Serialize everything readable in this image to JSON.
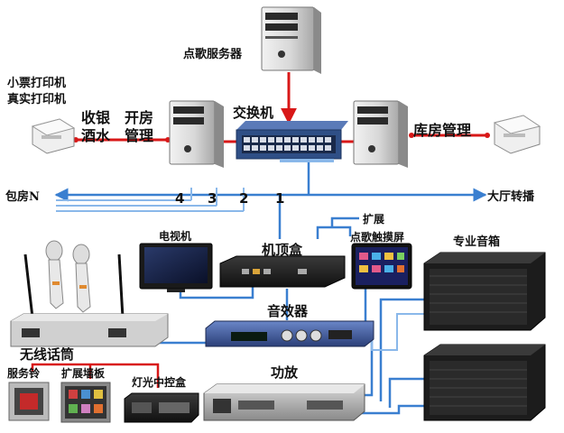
{
  "labels": {
    "song_server": "点歌服务器",
    "switch": "交换机",
    "receipt_printer": "小票打印机",
    "real_printer": "真实打印机",
    "cashier": "收银",
    "drinks": "酒水",
    "open_room": "开房",
    "manage": "管理",
    "warehouse": "库房管理",
    "rooms": "包房N",
    "lobby": "大厅转播",
    "num4": "4",
    "num3": "3",
    "num2": "2",
    "num1": "1",
    "expand": "扩展",
    "touchscreen": "点歌触摸屏",
    "tv": "电视机",
    "stb": "机顶盒",
    "speaker": "专业音箱",
    "effects": "音效器",
    "wireless_mic": "无线话筒",
    "service_bell": "服务铃",
    "expand_panel": "扩展墙板",
    "light_control": "灯光中控盒",
    "amplifier": "功放"
  },
  "colors": {
    "red_line": "#d81818",
    "blue_line": "#3a7fd0",
    "light_blue_line": "#8ab8ea",
    "switch_body": "#2f4f86"
  }
}
